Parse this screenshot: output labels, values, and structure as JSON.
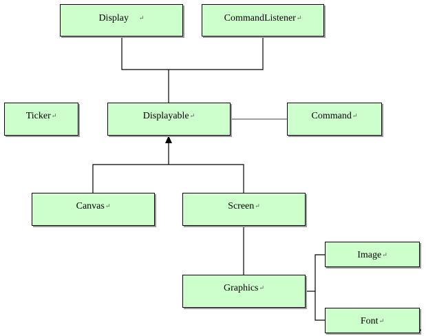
{
  "diagram": {
    "paragraph_mark": "↵",
    "nodes": {
      "display": "Display",
      "command_listener": "CommandListener",
      "ticker": "Ticker",
      "displayable": "Displayable",
      "command": "Command",
      "canvas": "Canvas",
      "screen": "Screen",
      "graphics": "Graphics",
      "image": "Image",
      "font": "Font"
    }
  },
  "colors": {
    "node_fill": "#ccffcc",
    "node_border": "#000000",
    "connector": "#000000",
    "association_line": "#808080"
  }
}
